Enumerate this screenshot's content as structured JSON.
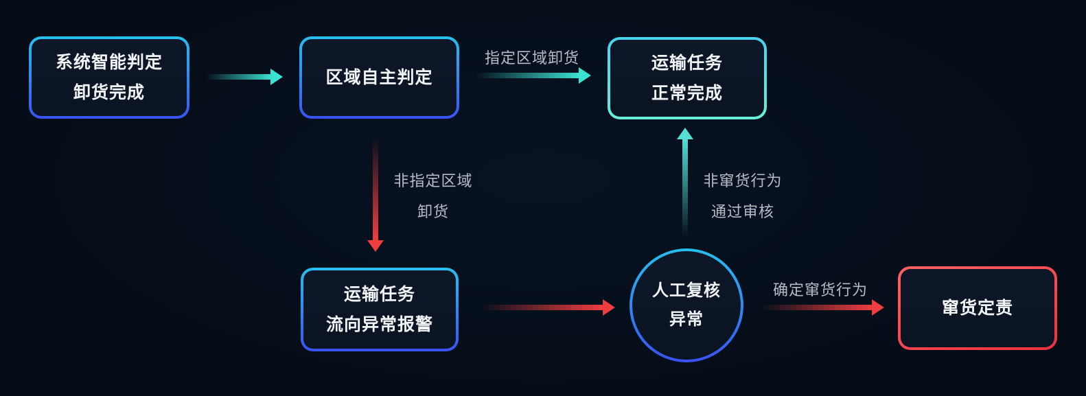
{
  "nodes": [
    {
      "id": "system-judge",
      "shape": "rect",
      "lines": [
        "系统智能判定",
        "卸货完成"
      ]
    },
    {
      "id": "area-judge",
      "shape": "rect",
      "lines": [
        "区域自主判定"
      ]
    },
    {
      "id": "task-complete",
      "shape": "rect",
      "lines": [
        "运输任务",
        "正常完成"
      ]
    },
    {
      "id": "task-alert",
      "shape": "rect",
      "lines": [
        "运输任务",
        "流向异常报警"
      ]
    },
    {
      "id": "manual-review",
      "shape": "circle",
      "lines": [
        "人工复核",
        "异常"
      ]
    },
    {
      "id": "violation-blame",
      "shape": "rect",
      "lines": [
        "窜货定责"
      ]
    }
  ],
  "edges": [
    {
      "from": "system-judge",
      "to": "area-judge",
      "direction": "right",
      "color": "teal"
    },
    {
      "from": "area-judge",
      "to": "task-complete",
      "direction": "right",
      "color": "teal",
      "label": "指定区域卸货"
    },
    {
      "from": "area-judge",
      "to": "task-alert",
      "direction": "down",
      "color": "red",
      "label_lines": [
        "非指定区域",
        "卸货"
      ]
    },
    {
      "from": "task-alert",
      "to": "manual-review",
      "direction": "right",
      "color": "red"
    },
    {
      "from": "manual-review",
      "to": "task-complete",
      "direction": "up",
      "color": "cyan",
      "label_lines": [
        "非窜货行为",
        "通过审核"
      ]
    },
    {
      "from": "manual-review",
      "to": "violation-blame",
      "direction": "right",
      "color": "red",
      "label": "确定窜货行为"
    }
  ],
  "colors": {
    "background": "#050c16",
    "node_fill": "#0a1422",
    "node_text": "#f2f4f6",
    "label_text": "#b6bcc6",
    "border_cyan_top": "#26c0f0",
    "border_blue_bottom": "#3a52f2",
    "border_turquoise_top": "#48d2ee",
    "border_turquoise_bottom": "#66efd9",
    "border_red_light": "#ff6262",
    "border_red_dark": "#ee3040",
    "arrow_teal": "#3ae2d2",
    "arrow_red": "#ee3e3e",
    "arrow_cyan": "#55ded6"
  }
}
